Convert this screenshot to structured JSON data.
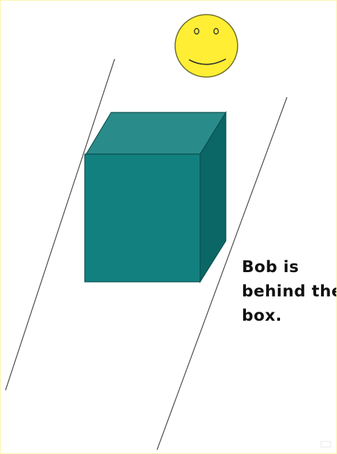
{
  "caption": {
    "line1": "Bob is",
    "line2": "behind the",
    "line3": "box."
  },
  "colors": {
    "background": "#ffffff",
    "box_front": "#138080",
    "box_top": "#2a8c8a",
    "box_side": "#0b6666",
    "box_edge": "#0a4f4f",
    "smiley_face": "#ffee33",
    "smiley_outline": "#6b6b2a",
    "line": "#444444",
    "text": "#111111"
  },
  "icons": {
    "smiley": "smiley-face-icon"
  }
}
